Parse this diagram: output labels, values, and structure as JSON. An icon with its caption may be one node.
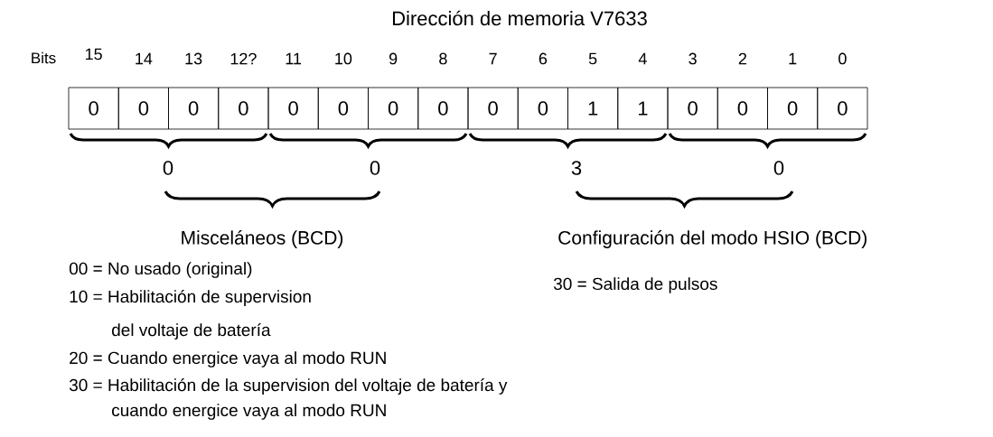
{
  "diagram": {
    "title": "Dirección de memoria V7633",
    "nodes": [
      {
        "text": [
          "0"
        ]
      },
      {
        "text": [
          "0"
        ]
      },
      {
        "text": [
          "0"
        ]
      },
      {
        "text": [
          "0"
        ]
      },
      {
        "text": [
          "0"
        ]
      },
      {
        "text": [
          "0"
        ]
      },
      {
        "text": [
          "0"
        ]
      },
      {
        "text": [
          "0"
        ]
      },
      {
        "text": [
          "0"
        ]
      },
      {
        "text": [
          "0"
        ]
      },
      {
        "text": [
          "1"
        ]
      },
      {
        "text": [
          "1"
        ]
      },
      {
        "text": [
          "0"
        ]
      },
      {
        "text": [
          "0"
        ]
      },
      {
        "text": [
          "0"
        ]
      },
      {
        "text": [
          "0"
        ]
      }
    ],
    "labels": [
      "Bits",
      "15",
      "14",
      "13",
      "12?",
      "11",
      "10",
      "9",
      "8",
      "7",
      "6",
      "5",
      "4",
      "3",
      "2",
      "1",
      "0",
      "0",
      "0",
      "3",
      "0",
      "Misceláneos (BCD)",
      "Configuración del modo HSIO (BCD)",
      "00 = No usado (original)",
      "30 = Salida de pulsos",
      "10 = Habilitación de supervision",
      "del voltaje de batería",
      "20 = Cuando energice vaya al modo RUN",
      "30 = Habilitación de la supervision del voltaje de batería y",
      "cuando energice vaya al modo RUN"
    ]
  }
}
